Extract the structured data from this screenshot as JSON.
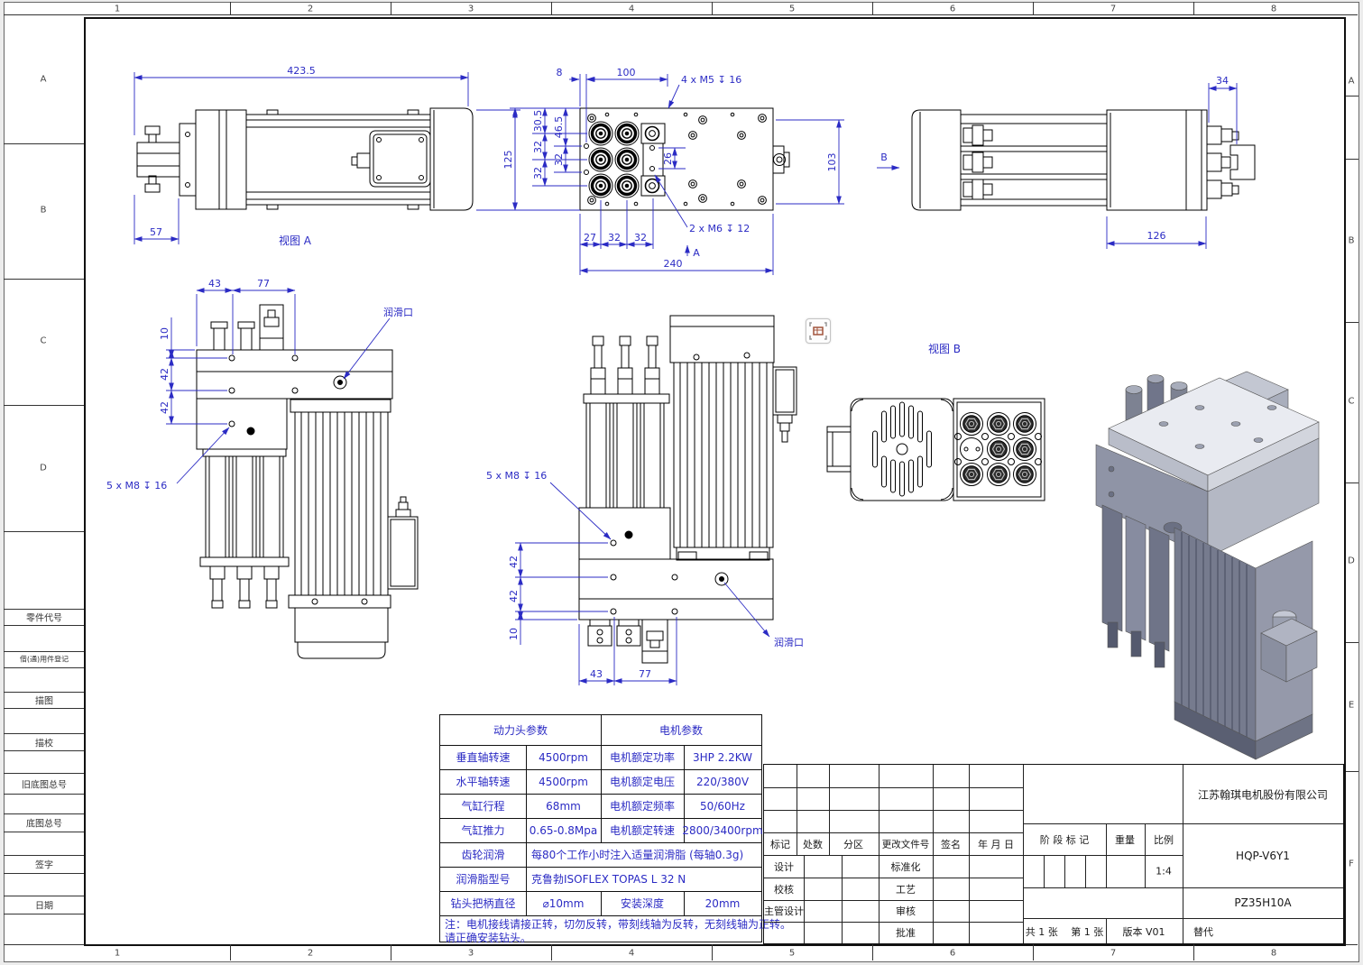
{
  "sheet": {
    "cols": [
      "1",
      "2",
      "3",
      "4",
      "5",
      "6",
      "7",
      "8"
    ],
    "left_letters": [
      "A",
      "B",
      "C",
      "D"
    ],
    "right_letters": [
      "A",
      "B",
      "C",
      "D",
      "E",
      "F"
    ],
    "left_rows": [
      "零件代号",
      "借(通)用件登记",
      "描图",
      "描校",
      "旧底图总号",
      "底图总号",
      "签字",
      "日期"
    ]
  },
  "views": {
    "va": {
      "label": "视图 A",
      "len": "423.5",
      "w": "57",
      "h": "125"
    },
    "vf": {
      "d8": "8",
      "d100": "100",
      "m5": "4 x  M5 ↧ 16",
      "d305": "30.5",
      "d465": "46.5",
      "d32a": "32",
      "d32b": "32",
      "d32c": "32",
      "d26": "26",
      "d103": "103",
      "d27": "27",
      "d32d": "32",
      "d32e": "32",
      "m6": "2 x  M6 ↧ 12",
      "d240": "240",
      "arr": "A"
    },
    "vr": {
      "arr": "B",
      "d34": "34",
      "d126": "126"
    },
    "vl": {
      "d43": "43",
      "d77": "77",
      "d10": "10",
      "d42a": "42",
      "d42b": "42",
      "m8": "5 x  M8 ↧ 16",
      "lube": "润滑口"
    },
    "vc": {
      "d43": "43",
      "d77": "77",
      "d10": "10",
      "d42a": "42",
      "d42b": "42",
      "m8": "5 x  M8 ↧ 16",
      "lube": "润滑口"
    },
    "vb": {
      "label": "视图 B"
    }
  },
  "param_table": {
    "h1": "动力头参数",
    "h2": "电机参数",
    "rows": [
      [
        "垂直轴转速",
        "4500rpm",
        "电机额定功率",
        "3HP  2.2KW"
      ],
      [
        "水平轴转速",
        "4500rpm",
        "电机额定电压",
        "220/380V"
      ],
      [
        "气缸行程",
        "68mm",
        "电机额定频率",
        "50/60Hz"
      ],
      [
        "气缸推力",
        "0.65-0.8Mpa",
        "电机额定转速",
        "2800/3400rpm"
      ]
    ],
    "span_rows": [
      [
        "齿轮润滑",
        "每80个工作小时注入适量润滑脂 (每轴0.3g)"
      ],
      [
        "润滑脂型号",
        "克鲁勃ISOFLEX TOPAS L 32 N"
      ]
    ],
    "last_row": [
      "钻头把柄直径",
      "⌀10mm",
      "安装深度",
      "20mm"
    ],
    "note1": "注：电机接线请接正转，切勿反转，带刻线轴为反转，无刻线轴为正转。",
    "note2": "请正确安装钻头。"
  },
  "title_block": {
    "biaoji": "标记",
    "chushu": "处数",
    "fenqu": "分区",
    "genggai": "更改文件号",
    "qianming": "签名",
    "nianyueri": "年 月 日",
    "sheji": "设计",
    "biaozhunhua": "标准化",
    "jiaohe": "校核",
    "gongyi": "工艺",
    "zhuguan": "主管设计",
    "shenhe": "审核",
    "pizhun": "批准",
    "jieduan": "阶 段 标 记",
    "zhongliang": "重量",
    "bili": "比例",
    "bili_val": "1:4",
    "zhang": "共 1 张　 第 1 张",
    "banben": "版本 V01",
    "tidai": "替代",
    "company": "江苏翰琪电机股份有限公司",
    "model": "HQP-V6Y1",
    "partno": "PZ35H10A"
  }
}
